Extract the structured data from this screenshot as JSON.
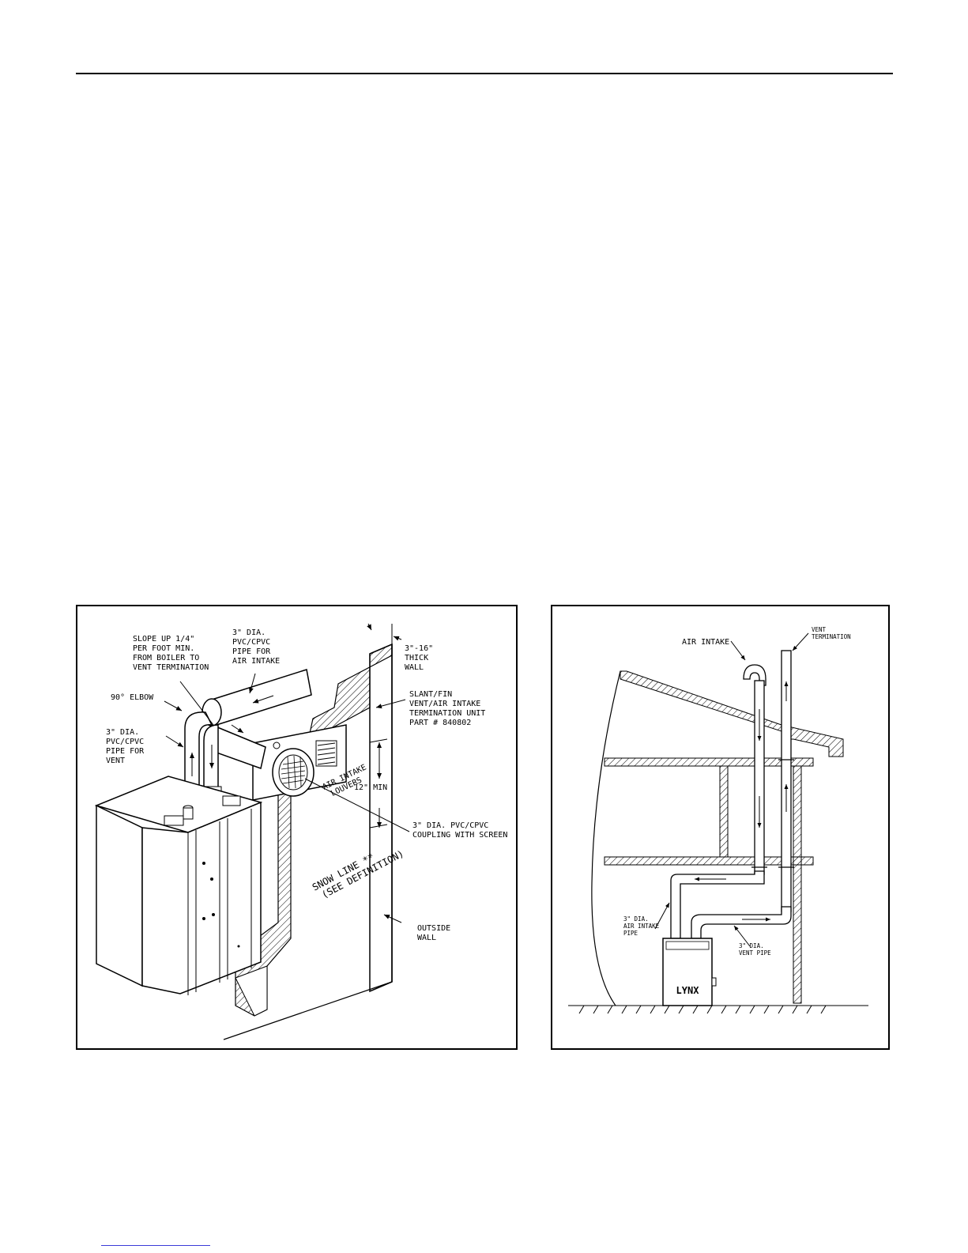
{
  "figure_left": {
    "labels": {
      "slope": [
        "SLOPE UP 1/4\"",
        "PER FOOT MIN.",
        "FROM BOILER TO",
        "VENT TERMINATION"
      ],
      "air_intake_pipe": [
        "3\" DIA.",
        "PVC/CPVC",
        "PIPE FOR",
        "AIR INTAKE"
      ],
      "wall_thickness": [
        "3\"-16\"",
        "THICK",
        "WALL"
      ],
      "elbow": "90° ELBOW",
      "vent_pipe": [
        "3\" DIA.",
        "PVC/CPVC",
        "PIPE FOR",
        "VENT"
      ],
      "termination_unit": [
        "SLANT/FIN",
        "VENT/AIR INTAKE",
        "TERMINATION UNIT",
        "PART # 840802"
      ],
      "louvers": [
        "AIR INTAKE",
        "LOUVERS"
      ],
      "min_height": "12\" MIN",
      "coupling": [
        "3\" DIA. PVC/CPVC",
        "COUPLING WITH SCREEN"
      ],
      "snow_line": [
        "SNOW LINE **",
        "(SEE DEFINITION)"
      ],
      "outside_wall": [
        "OUTSIDE",
        "WALL"
      ]
    }
  },
  "figure_right": {
    "labels": {
      "air_intake": "AIR INTAKE",
      "vent_termination": [
        "VENT",
        "TERMINATION"
      ],
      "air_intake_pipe": [
        "3\" DIA.",
        "AIR INTAKE",
        "PIPE"
      ],
      "vent_pipe": [
        "3\" DIA.",
        "VENT PIPE"
      ],
      "boiler_brand": "LYNX"
    }
  }
}
